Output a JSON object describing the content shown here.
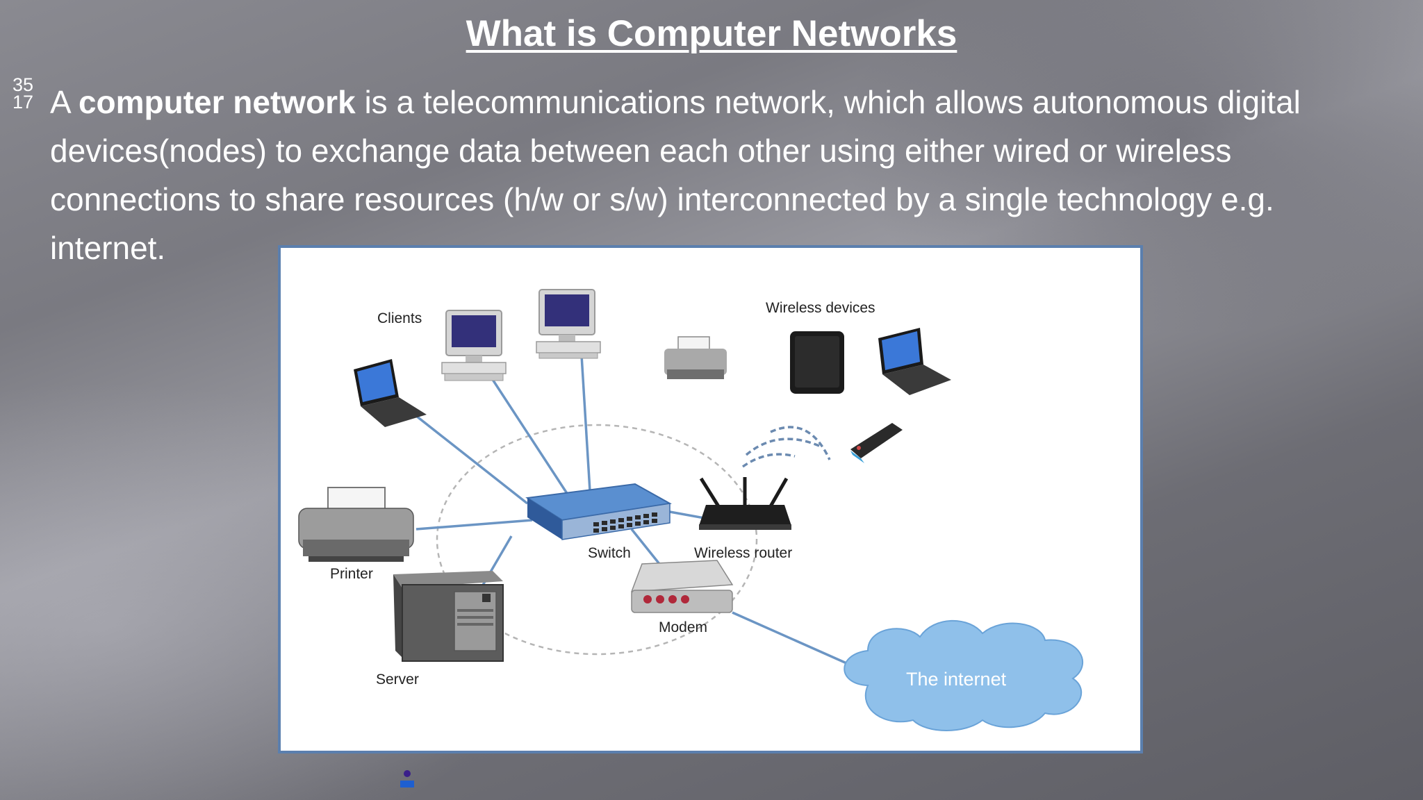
{
  "slide": {
    "title": "What is Computer Networks",
    "number_top": "35",
    "number_bottom": "17",
    "body_prefix": "A ",
    "body_bold": "computer network",
    "body_rest": " is a telecommunications network, which allows autonomous digital devices(nodes) to exchange data between each other using either wired or wireless connections to share resources (h/w or s/w) interconnected by a single technology e.g. internet."
  },
  "diagram": {
    "labels": {
      "clients": "Clients",
      "wireless_devices": "Wireless devices",
      "switch": "Switch",
      "wireless_router": "Wireless router",
      "printer": "Printer",
      "modem": "Modem",
      "server": "Server",
      "internet": "The internet"
    }
  },
  "colors": {
    "frame_border": "#5b7fae",
    "link_line": "#6b95c4",
    "cloud_fill": "#8fc0ea"
  }
}
